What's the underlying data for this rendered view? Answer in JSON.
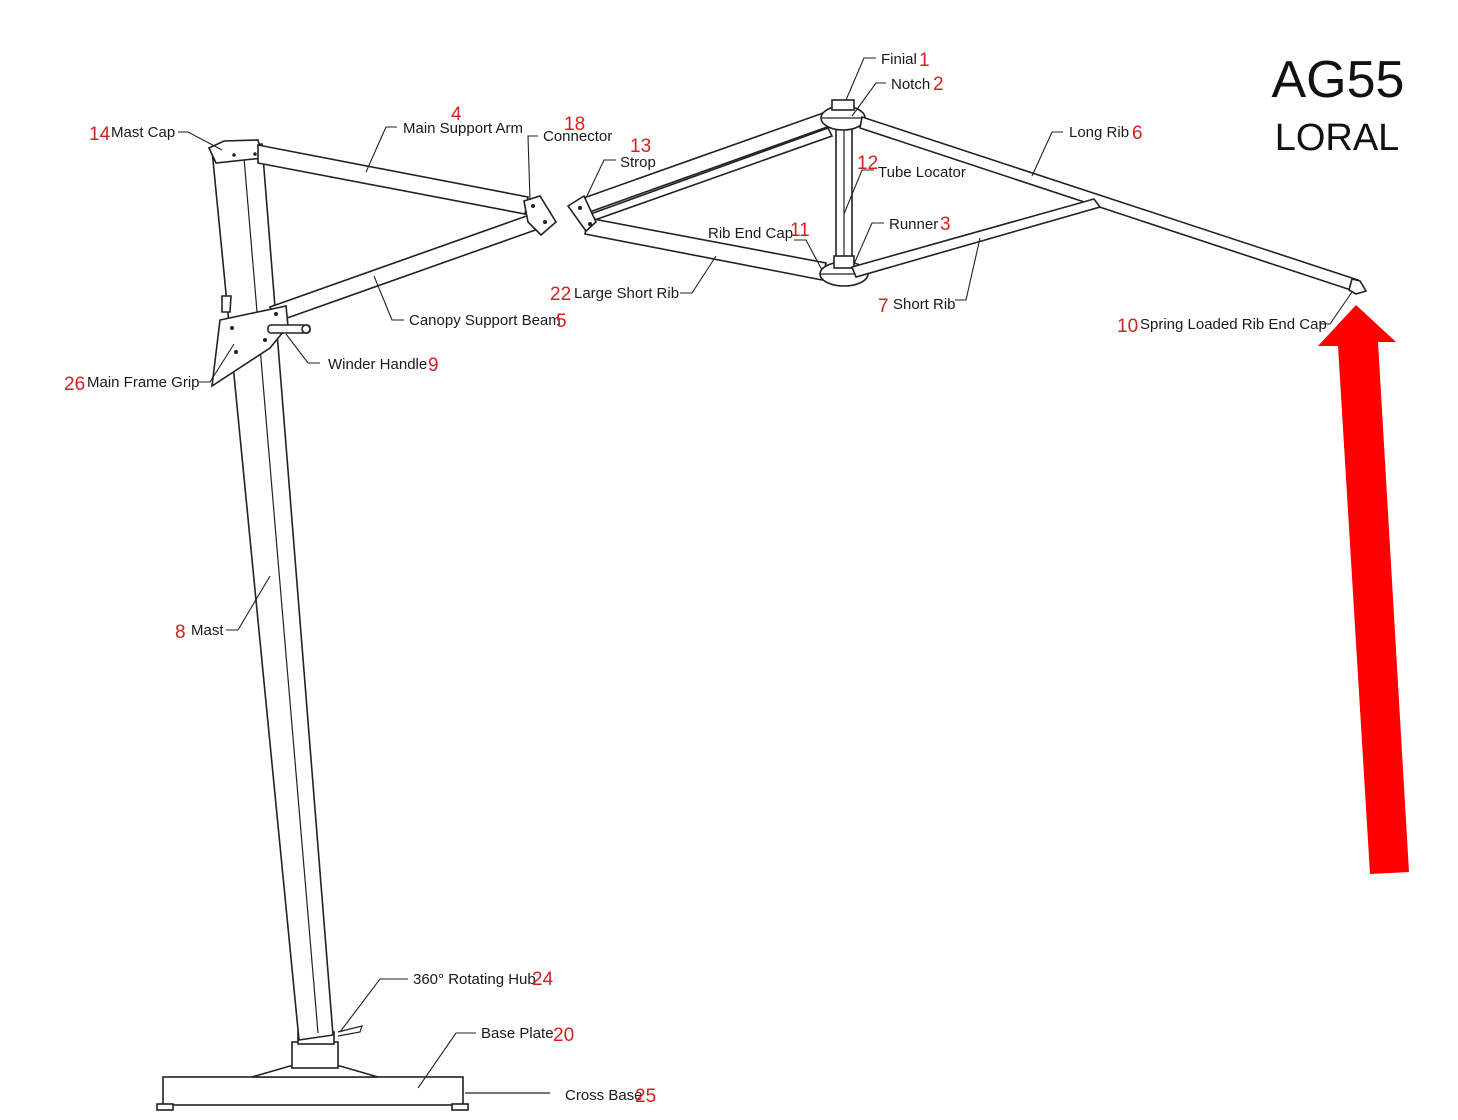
{
  "model": {
    "code": "AG55",
    "name": "LORAL"
  },
  "colors": {
    "label": "#1a1a1a",
    "number": "#d42020",
    "arrow": "#ff0000",
    "line": "#222222"
  },
  "arrow": {
    "icon": "up-arrow-icon",
    "points_to": "Spring Loaded Rib End Cap"
  },
  "parts": [
    {
      "num": "1",
      "name": "Finial"
    },
    {
      "num": "2",
      "name": "Notch"
    },
    {
      "num": "3",
      "name": "Runner"
    },
    {
      "num": "4",
      "name": "Main Support Arm"
    },
    {
      "num": "5",
      "name": "Canopy Support Beam"
    },
    {
      "num": "6",
      "name": "Long Rib"
    },
    {
      "num": "7",
      "name": "Short Rib"
    },
    {
      "num": "8",
      "name": "Mast"
    },
    {
      "num": "9",
      "name": "Winder Handle"
    },
    {
      "num": "10",
      "name": "Spring Loaded Rib End Cap"
    },
    {
      "num": "11",
      "name": "Rib End Cap"
    },
    {
      "num": "12",
      "name": "Tube Locator"
    },
    {
      "num": "13",
      "name": "Strop"
    },
    {
      "num": "14",
      "name": "Mast Cap"
    },
    {
      "num": "18",
      "name": "Connector"
    },
    {
      "num": "20",
      "name": "Base Plate"
    },
    {
      "num": "22",
      "name": "Large Short Rib"
    },
    {
      "num": "24",
      "name": "360° Rotating Hub"
    },
    {
      "num": "25",
      "name": "Cross Base"
    },
    {
      "num": "26",
      "name": "Main Frame Grip"
    }
  ]
}
